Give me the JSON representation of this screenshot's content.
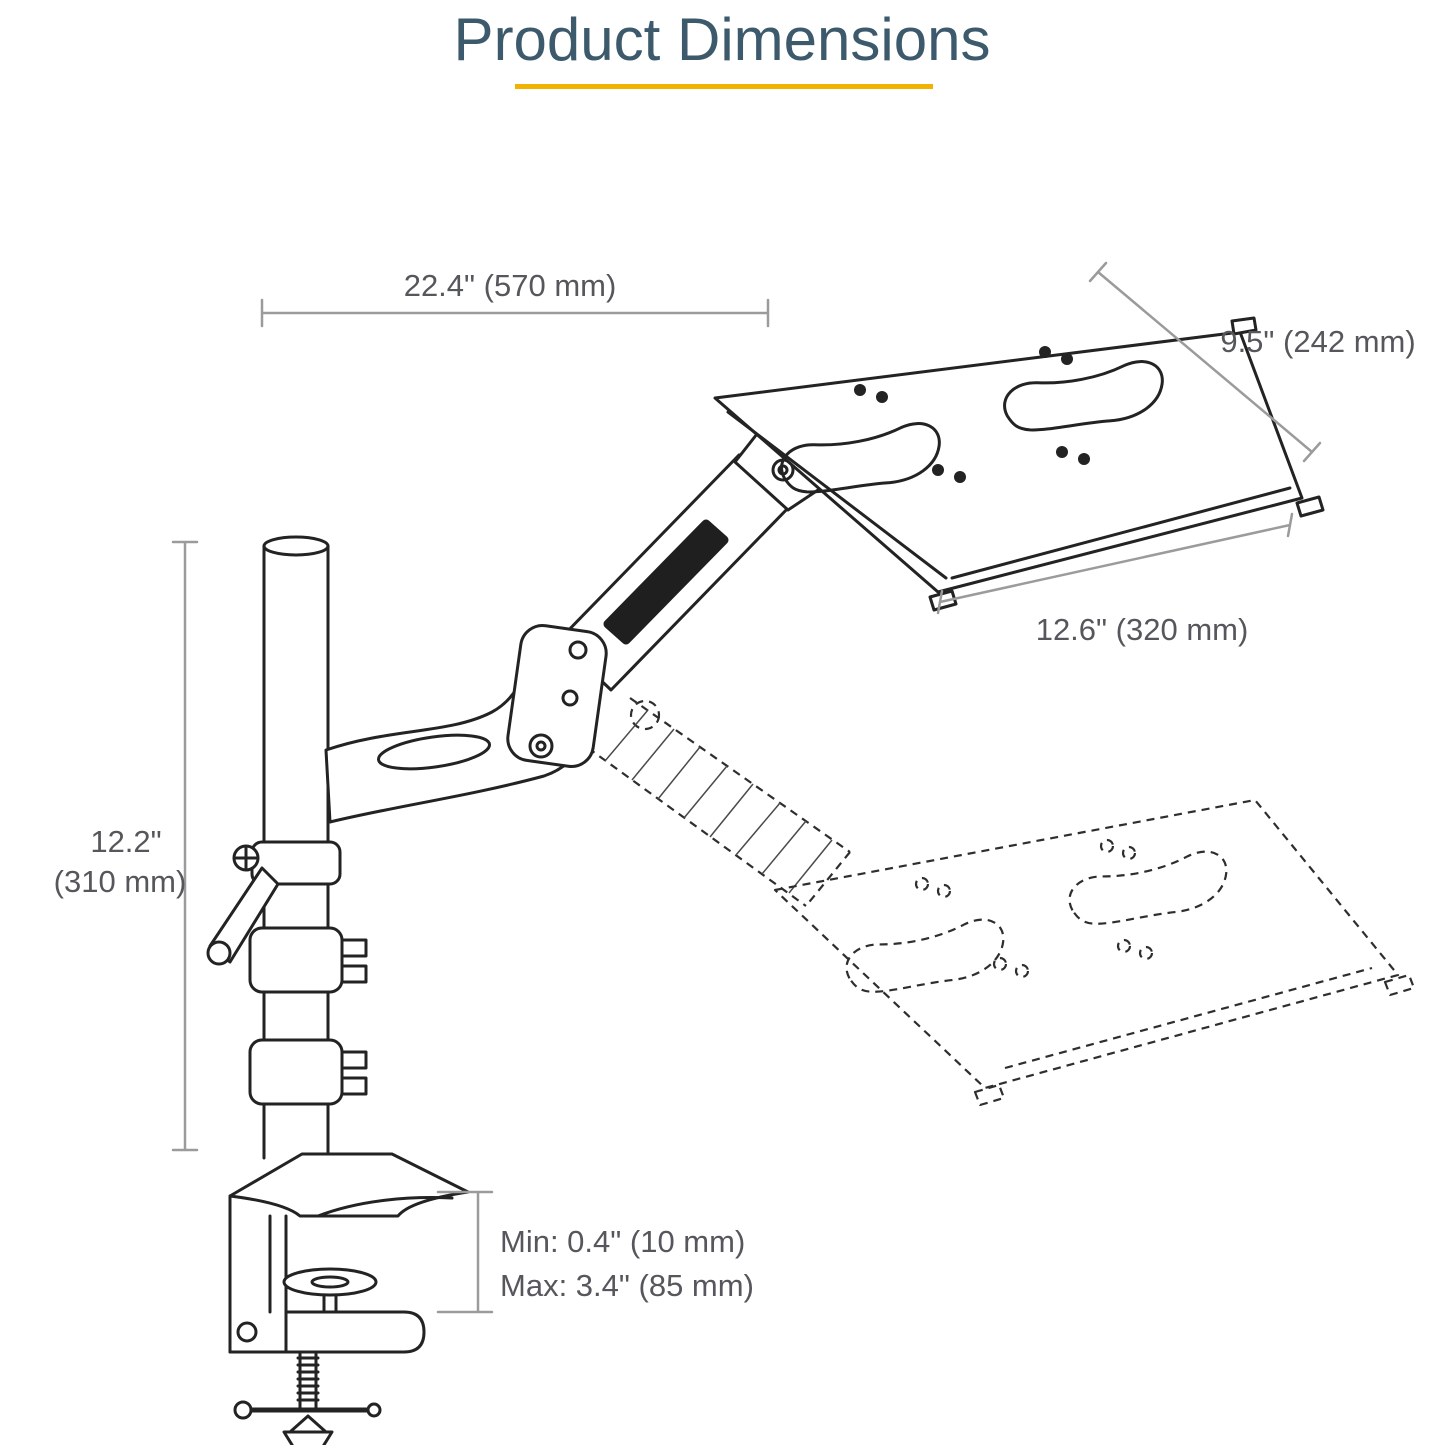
{
  "title": "Product Dimensions",
  "colors": {
    "title_text": "#3d5a6d",
    "accent_underline": "#f2b200",
    "drawing_line": "#232323",
    "dimension_line": "#9b9b9b",
    "dimension_text": "#55575c",
    "background": "#ffffff"
  },
  "dimensions": {
    "arm_span": "22.4\" (570 mm)",
    "tray_depth": "9.5\" (242 mm)",
    "tray_width": "12.6\" (320 mm)",
    "pole_height_in": "12.2\"",
    "pole_height_mm": "(310 mm)",
    "clamp_min": "Min: 0.4\" (10 mm)",
    "clamp_max": "Max: 3.4\" (85 mm)"
  }
}
